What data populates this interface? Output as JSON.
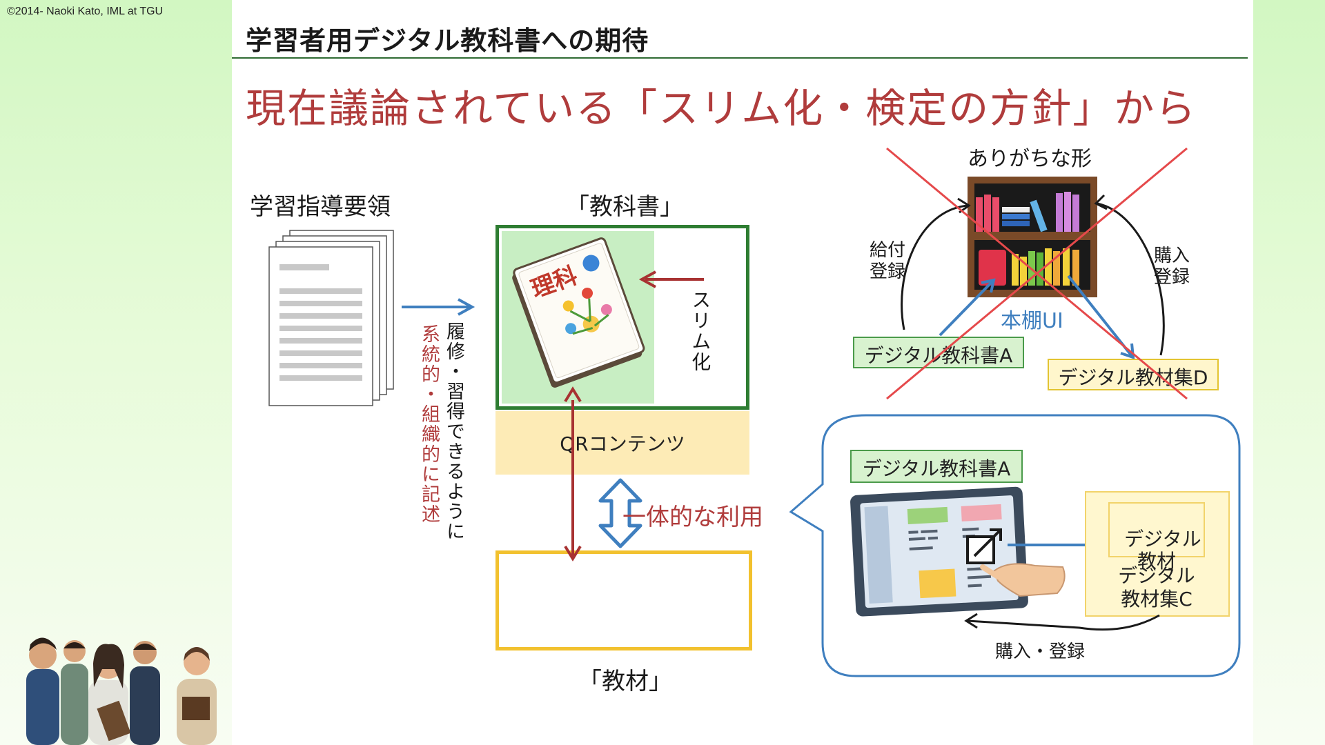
{
  "copyright": "©2014- Naoki Kato, IML at TGU",
  "slide_title": "学習者用デジタル教科書への期待",
  "headline": "現在議論されている「スリム化・検定の方針」から",
  "left_diagram": {
    "guidelines_label": "学習指導要領",
    "textbook_label": "「教科書」",
    "material_label": "「教材」",
    "book_cover_text": "理科",
    "slim_label": "スリム化",
    "qr_label": "QRコンテンツ",
    "integrated_use": "一体的な利用",
    "vertical_red": "系統的・組織的に記述",
    "vertical_black": "履修・習得できるように"
  },
  "right_top": {
    "title": "ありがちな形",
    "left_side": "給付\n登録",
    "right_side": "購入\n登録",
    "bookshelf_label": "本棚UI",
    "textbook_a": "デジタル教科書A",
    "material_d": "デジタル教材集D"
  },
  "right_bottom": {
    "textbook_a": "デジタル教科書A",
    "material": "デジタル\n教材",
    "material_c": "デジタル\n教材集C",
    "purchase": "購入・登録"
  },
  "colors": {
    "accent_red": "#b03c3c",
    "green_frame": "#2e7d32",
    "yellow_frame": "#f2c12e",
    "blue_arrow": "#3f7fbf",
    "cross_red": "#e5494b"
  }
}
